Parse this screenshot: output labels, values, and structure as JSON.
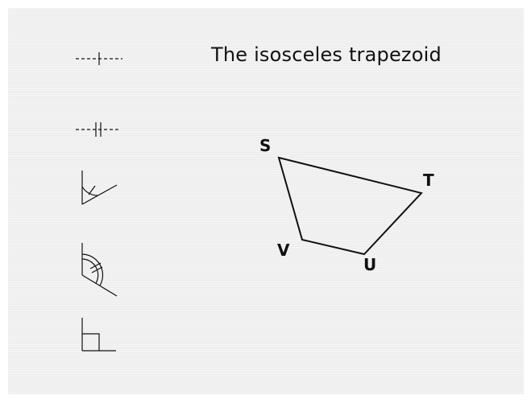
{
  "title": "The isosceles trapezoid",
  "legend": [
    {
      "icon": "single-tick-mark-icon",
      "meaning": ""
    },
    {
      "icon": "double-tick-mark-icon",
      "meaning": ""
    },
    {
      "icon": "single-angle-arc-icon",
      "meaning": ""
    },
    {
      "icon": "double-angle-arc-icon",
      "meaning": ""
    },
    {
      "icon": "right-angle-icon",
      "meaning": ""
    }
  ],
  "figure": {
    "vertices": [
      "S",
      "T",
      "U",
      "V"
    ],
    "edges": [
      [
        "S",
        "T"
      ],
      [
        "T",
        "U"
      ],
      [
        "U",
        "V"
      ],
      [
        "V",
        "S"
      ]
    ]
  },
  "colors": {
    "background": "#f2f2f2",
    "ink": "#111111"
  }
}
